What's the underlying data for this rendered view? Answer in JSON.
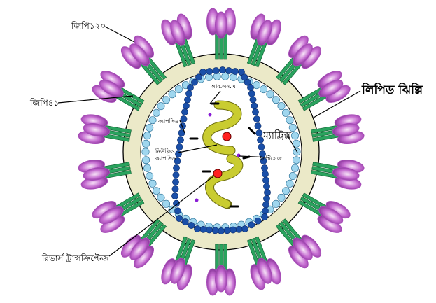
{
  "labels": {
    "gp120": "জিপি১২০",
    "gp41": "জিপি৪১",
    "lipid_membrane": "লিপিড ঝিল্লি",
    "matrix": "ম্যাট্রিক্স",
    "rna": "আর.এন.এ",
    "capsid": "ক্যাপসিড",
    "nucleocapsid": "নিউক্লিও ক্যাপসিড",
    "integrase": "ইনটিগ্রেজ",
    "reverse_transcriptase": "রিভার্স ট্রান্সক্রিপ্টেজ"
  },
  "colors": {
    "envelope_fill": "#ebe9c8",
    "matrix_bead": "#9fd6ee",
    "capsid_bead": "#1a4fa8",
    "rna_coil": "#c9cc30",
    "enzyme_red": "#ff2020",
    "integrase_purple": "#8a1dd6",
    "gp41_stalk": "#2aa35e",
    "gp120_knob": "#a74ab8"
  }
}
